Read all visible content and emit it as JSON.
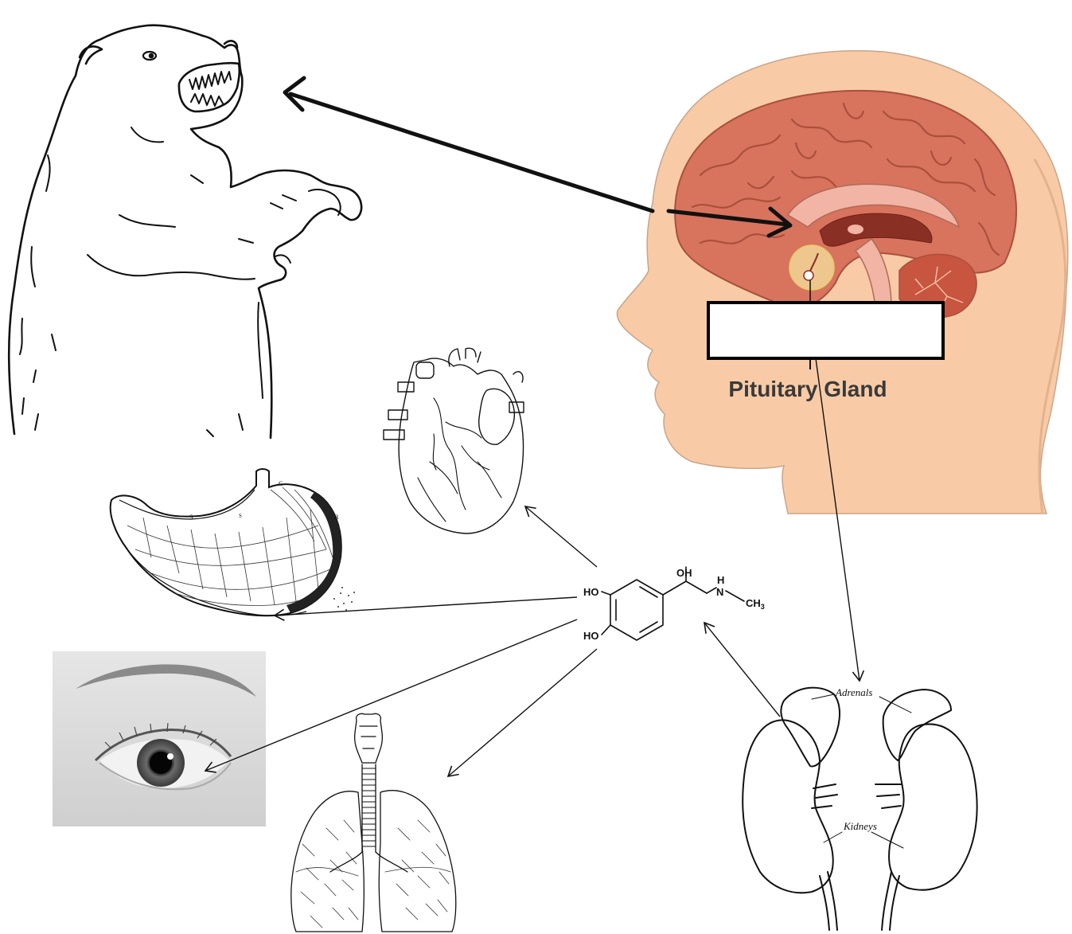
{
  "head": {
    "gland_label": "Pituitary Gland",
    "answer_box": ""
  },
  "kidneys": {
    "adrenals_label": "Adrenals",
    "kidneys_label": "Kidneys"
  },
  "molecule": {
    "ho_top": "HO",
    "ho_bottom": "HO",
    "oh": "OH",
    "h": "H",
    "n": "N",
    "ch3": "CH",
    "ch3_sub": "3"
  },
  "colors": {
    "skin": "#f8cba6",
    "brain": "#d8735d",
    "brain_dark": "#b85a46",
    "inner": "#f2b4a4",
    "cerebellum": "#c8553f",
    "ink": "#111111"
  }
}
